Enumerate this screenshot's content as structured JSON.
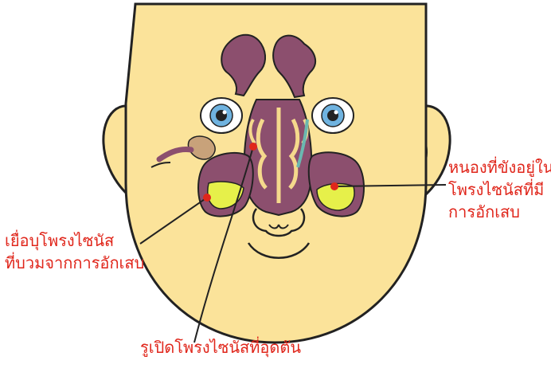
{
  "labels": {
    "right": [
      "หนองที่ขังอยู่ใน",
      "โพรงไซนัสที่มี",
      "การอักเสบ"
    ],
    "left": [
      "เยื่อบุโพรงไซนัส",
      "ที่บวมจากการอักเสบ"
    ],
    "bottom": [
      "รูเปิดโพรงไซนัสที่อุดตัน"
    ]
  },
  "colors": {
    "skin": "#fbe39a",
    "outline": "#222222",
    "tissue": "#8c4f6e",
    "cavity": "#f5d98c",
    "pus": "#e6f04a",
    "marker": "#e0261b",
    "iris": "#6fb3e0",
    "label_text": "#e0261b"
  }
}
